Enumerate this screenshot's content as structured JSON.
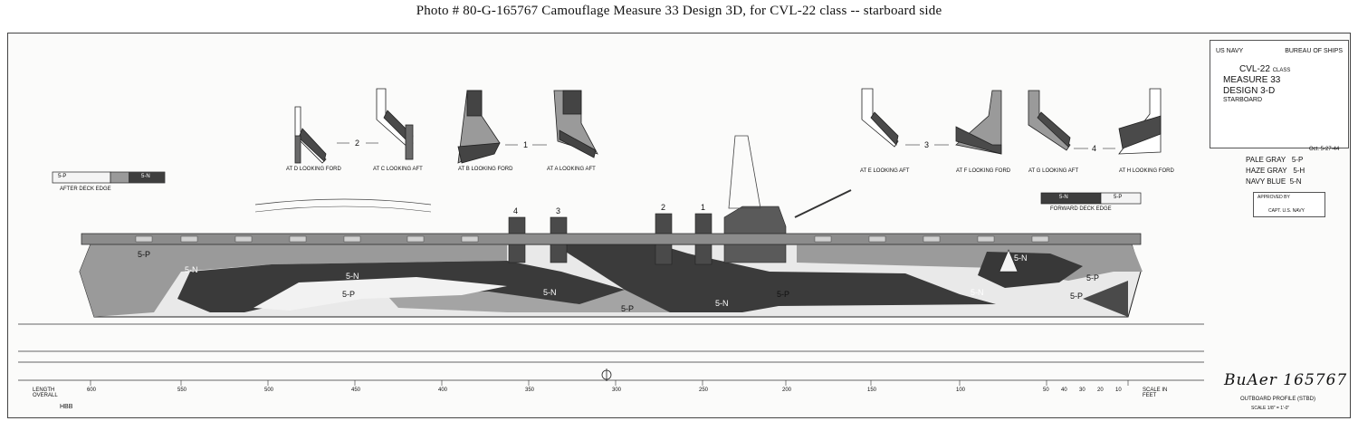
{
  "caption": "Photo #  80-G-165767      Camouflage Measure 33 Design 3D, for CVL-22 class -- starboard side",
  "title_block": {
    "agency_left": "US NAVY",
    "agency_right": "BUREAU OF SHIPS",
    "class_name": "CVL-22",
    "class_suffix": "CLASS",
    "measure": "MEASURE  33",
    "design": "DESIGN    3-D",
    "side": "STARBOARD",
    "date": "Oct. 5-27-44"
  },
  "legend": [
    {
      "name": "PALE GRAY",
      "code": "5-P"
    },
    {
      "name": "HAZE GRAY",
      "code": "5-H"
    },
    {
      "name": "NAVY BLUE",
      "code": "5-N"
    }
  ],
  "approved": {
    "line1": "APPROVED BY",
    "line2": "CAPT. U.S. NAVY"
  },
  "deck_edges": {
    "after": {
      "label": "AFTER DECK EDGE",
      "left_code": "5-P",
      "right_code": "5-N"
    },
    "forward": {
      "label": "FORWARD DECK EDGE",
      "left_code": "5-N",
      "right_code": "5-P"
    }
  },
  "section_labels": [
    "AT D LOOKING FORD",
    "AT C LOOKING AFT",
    "AT B LOOKING FORD",
    "AT A LOOKING AFT",
    "AT E LOOKING AFT",
    "AT F LOOKING FORD",
    "AT G LOOKING AFT",
    "AT H LOOKING FORD"
  ],
  "section_groups": [
    "2",
    "1",
    "3",
    "4"
  ],
  "hull_codes": [
    "5-N",
    "5-N",
    "5-P",
    "5-P",
    "5-N",
    "5-N",
    "5-P",
    "5-N",
    "5-P",
    "5-N",
    "5-P",
    "5-P"
  ],
  "stack_numbers": [
    "4",
    "3",
    "2",
    "1"
  ],
  "scale_ticks": [
    "600",
    "550",
    "500",
    "450",
    "400",
    "350",
    "300",
    "250",
    "200",
    "150",
    "100",
    "50",
    "40",
    "30",
    "20",
    "10"
  ],
  "length_label": "LENGTH OVERALL",
  "scale_label": "SCALE IN FEET",
  "bottom_left": "HBB",
  "buaer": "BuAer 165767",
  "outboard": "OUTBOARD PROFILE (STBD)",
  "scale_ratio": "SCALE 1/8\" = 1'-0\""
}
